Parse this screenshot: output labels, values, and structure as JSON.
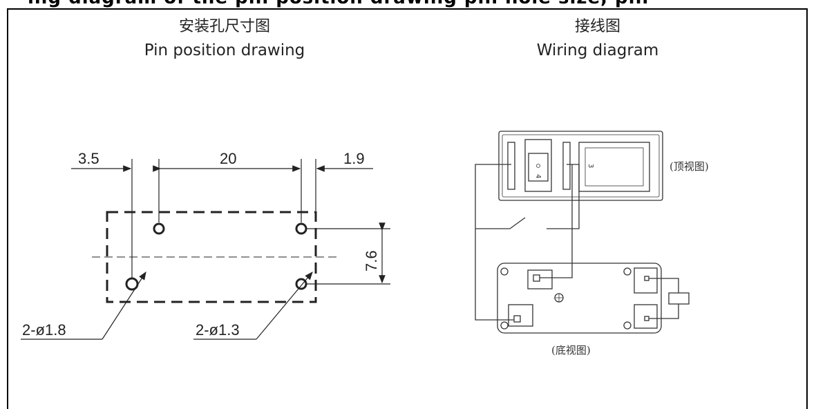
{
  "header_strip": "ing diagram of the pin position drawing pin hole size, pin",
  "pin_drawing": {
    "title_cn": "安装孔尺寸图",
    "title_en": "Pin position drawing",
    "dims": {
      "left_offset": "3.5",
      "pitch": "20",
      "right_offset": "1.9",
      "vertical": "7.6",
      "large_hole": "2-ø1.8",
      "small_hole": "2-ø1.3"
    }
  },
  "wiring": {
    "title_cn": "接线图",
    "title_en": "Wiring diagram",
    "top_view_label": "(顶视图)",
    "bottom_view_label": "(底视图)",
    "terminal_4": "4",
    "terminal_3": "3"
  }
}
